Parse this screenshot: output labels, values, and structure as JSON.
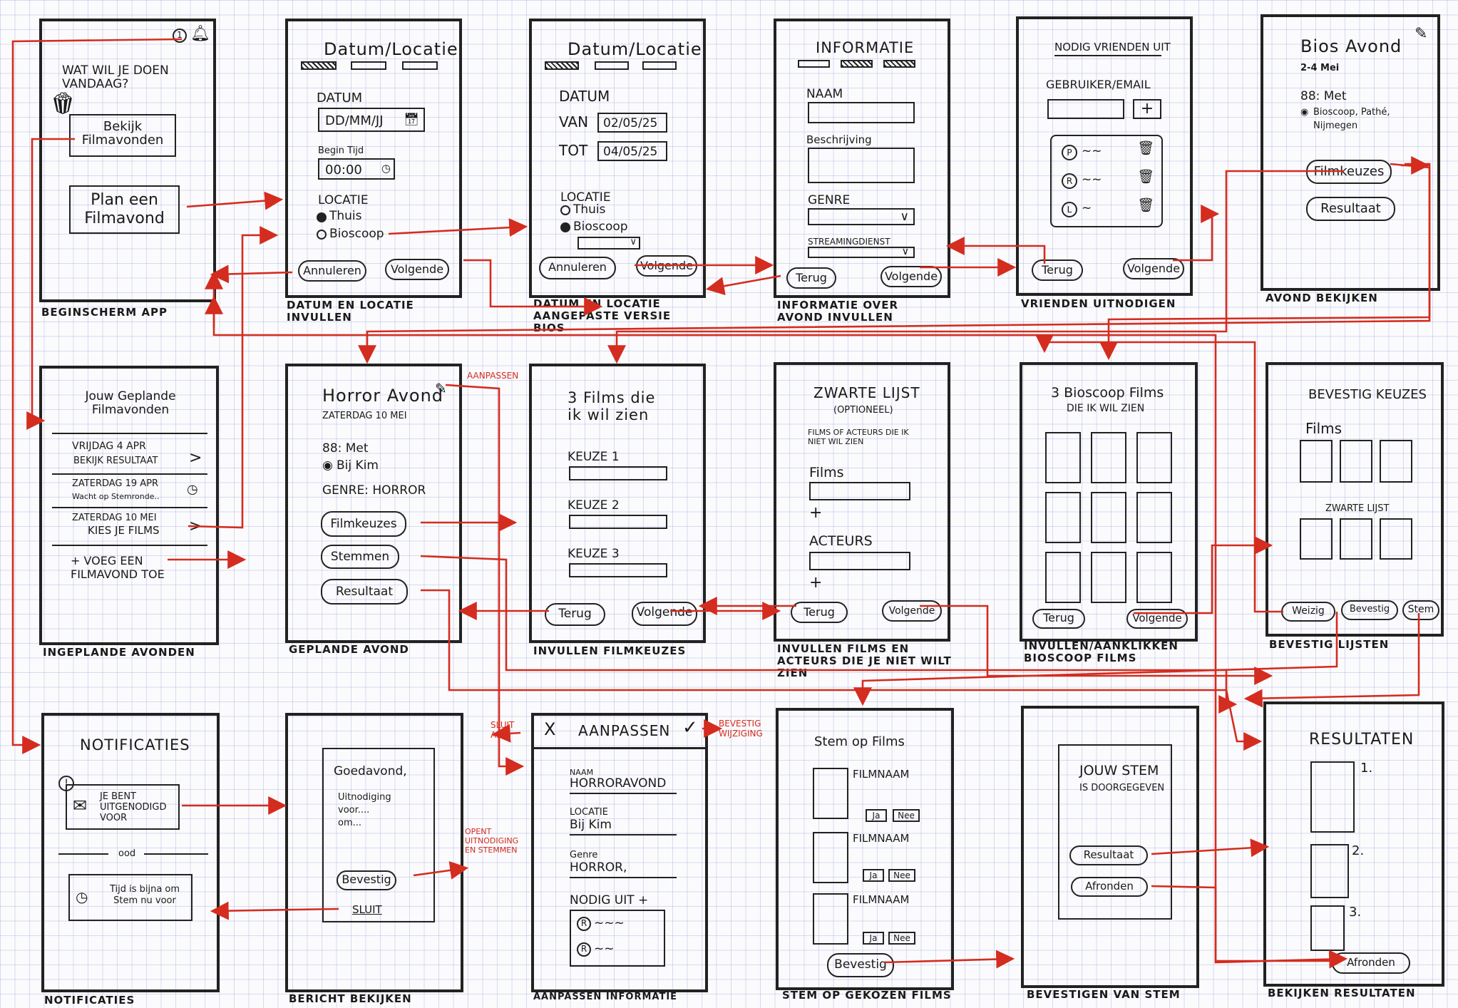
{
  "colors": {
    "ink": "#222222",
    "arrow": "#d42c1f",
    "grid": "#8896c8"
  },
  "s1": {
    "caption": "Beginscherm app",
    "question": "Wat wil je doen vandaag?",
    "badge": "1",
    "btn_view": "Bekijk Filmavonden",
    "btn_plan": "Plan een Filmavond",
    "icons": [
      "bell-icon",
      "popcorn-icon"
    ]
  },
  "s2": {
    "caption": "Datum en locatie invullen",
    "title": "Datum/Locatie",
    "date_label": "Datum",
    "date_value": "DD/MM/JJ",
    "time_label": "Begin Tijd",
    "time_value": "00:00",
    "loc_label": "Locatie",
    "opt_home": "Thuis",
    "opt_cinema": "Bioscoop",
    "btn_cancel": "Annuleren",
    "btn_next": "Volgende"
  },
  "s3": {
    "caption": "Datum en locatie aangepaste versie bios",
    "title": "Datum/Locatie",
    "date_label": "Datum",
    "from_label": "Van",
    "from_value": "02/05/25",
    "to_label": "Tot",
    "to_value": "04/05/25",
    "loc_label": "Locatie",
    "opt_home": "Thuis",
    "opt_cinema": "Bioscoop",
    "btn_cancel": "Annuleren",
    "btn_next": "Volgende"
  },
  "s4": {
    "caption": "Informatie over avond invullen",
    "title": "Informatie",
    "name_label": "Naam",
    "desc_label": "Beschrijving",
    "genre_label": "Genre",
    "stream_label": "Streamingdienst",
    "btn_back": "Terug",
    "btn_next": "Volgende"
  },
  "s5": {
    "caption": "Vrienden uitnodigen",
    "title": "Nodig vrienden uit",
    "user_label": "Gebruiker/email",
    "add": "+",
    "friends": [
      "P",
      "R",
      "L"
    ],
    "btn_back": "Terug",
    "btn_next": "Volgende"
  },
  "s6": {
    "caption": "Avond bekijken",
    "title": "Bios Avond",
    "dates": "2-4 Mei",
    "people": "88: Met",
    "location": "Bioscoop, Pathé, Nijmegen",
    "btn_films": "Filmkeuzes",
    "btn_result": "Resultaat"
  },
  "s7": {
    "caption": "Ingeplande avonden",
    "title": "Jouw Geplande Filmavonden",
    "items": [
      {
        "line1": "Vrijdag 4 Apr",
        "line2": "Bekijk Resultaat",
        "icon": ">"
      },
      {
        "line1": "Zaterdag 19 Apr",
        "line2": "Wacht op Stemronde..",
        "icon": "◷"
      },
      {
        "line1": "Zaterdag 10 Mei",
        "line2": "Kies je Films",
        "icon": ">"
      }
    ],
    "add": "+ Voeg een Filmavond toe"
  },
  "s8": {
    "caption": "Geplande avond",
    "title": "Horror Avond",
    "date": "Zaterdag 10 Mei",
    "people": "88: Met",
    "location": "Bij Kim",
    "genre": "Genre: Horror",
    "btn_films": "Filmkeuzes",
    "btn_vote": "Stemmen",
    "btn_result": "Resultaat",
    "note": "Aanpassen"
  },
  "s9": {
    "caption": "Invullen Filmkeuzes",
    "title": "3 Films die ik wil zien",
    "k1": "Keuze 1",
    "k2": "Keuze 2",
    "k3": "Keuze 3",
    "btn_back": "Terug",
    "btn_next": "Volgende"
  },
  "s10": {
    "caption": "Invullen films en acteurs die je niet wilt zien",
    "title": "Zwarte Lijst",
    "subtitle": "(optioneel)",
    "desc": "Films of acteurs die ik niet wil zien",
    "films": "Films",
    "actors": "Acteurs",
    "plus": "+",
    "btn_back": "Terug",
    "btn_next": "Volgende"
  },
  "s11": {
    "caption": "Invullen/aanklikken Bioscoop Films",
    "title": "3 Bioscoop Films",
    "subtitle": "Die ik wil zien",
    "btn_back": "Terug",
    "btn_next": "Volgende"
  },
  "s12": {
    "caption": "Bevestig lijsten",
    "title": "Bevestig keuzes",
    "films": "Films",
    "blacklist": "Zwarte lijst",
    "btn_change": "Weizig",
    "btn_confirm": "Bevestig",
    "btn_vote": "Stem"
  },
  "s13": {
    "caption": "Notificaties",
    "title": "Notificaties",
    "invite": "Je bent uitgenodigd voor",
    "divider": "ood",
    "reminder": "Tijd is bijna om Stem nu voor"
  },
  "s14": {
    "caption": "Bericht bekijken",
    "greeting": "Goedavond,",
    "body1": "Uitnodiging",
    "body2": "voor....",
    "body3": "om...",
    "btn_confirm": "Bevestig",
    "btn_close": "Sluit",
    "note": "Opent uitnodiging en stemmen"
  },
  "s15": {
    "caption": "Aanpassen informatie",
    "title": "Aanpassen",
    "close": "X",
    "check": "✓",
    "name_label": "Naam",
    "name_value": "Horroravond",
    "loc_label": "Locatie",
    "loc_value": "Bij Kim",
    "genre_label": "Genre",
    "genre_value": "Horror,",
    "invite_label": "Nodig uit +",
    "friends": [
      "R",
      "R"
    ],
    "note_close": "Sluit af",
    "note_confirm": "Bevestig wijziging"
  },
  "s16": {
    "caption": "Stem op gekozen films",
    "title": "Stem op Films",
    "film_label": "Filmnaam",
    "yes": "Ja",
    "no": "Nee",
    "btn_confirm": "Bevestig"
  },
  "s17": {
    "caption": "Bevestigen van stem",
    "msg1": "Jouw Stem",
    "msg2": "is doorgegeven",
    "btn_result": "Resultaat",
    "btn_finish": "Afronden"
  },
  "s18": {
    "caption": "Bekijken resultaten",
    "title": "Resultaten",
    "ranks": [
      "1.",
      "2.",
      "3."
    ],
    "btn_finish": "Afronden"
  }
}
